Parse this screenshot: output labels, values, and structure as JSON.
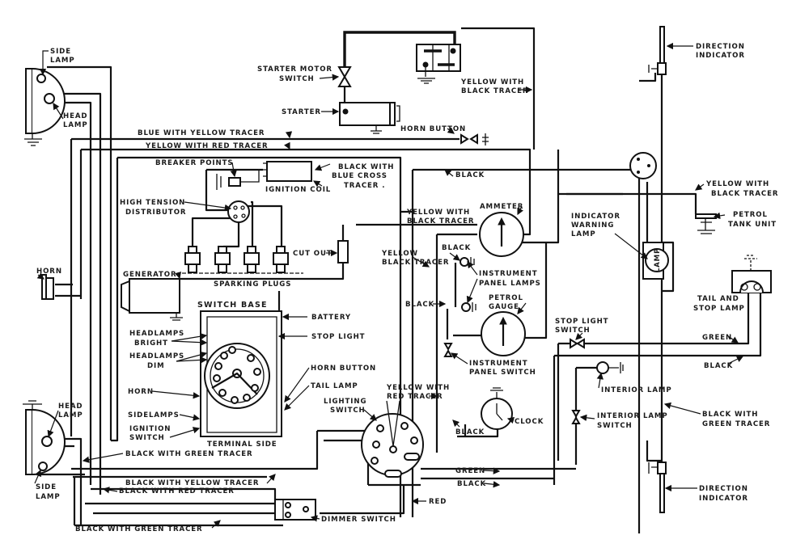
{
  "diagram": {
    "title": "Car wiring diagram",
    "components": {
      "side_lamp_front": [
        "SIDE",
        "LAMP"
      ],
      "head_lamp_front": [
        "HEAD",
        "LAMP"
      ],
      "horn_left": "HORN",
      "head_lamp_lower": [
        "HEAD",
        "LAMP"
      ],
      "side_lamp_lower": [
        "SIDE",
        "LAMP"
      ],
      "starter_motor_switch": [
        "STARTER MOTOR",
        "SWITCH"
      ],
      "starter": "STARTER",
      "horn_button_top": "HORN BUTTON",
      "breaker_points": "BREAKER POINTS",
      "ignition_coil": "IGNITION COIL",
      "high_tension_distributor": [
        "HIGH TENSION",
        "DISTRIBUTOR"
      ],
      "cut_out": "CUT OUT",
      "generator": "GENERATOR",
      "sparking_plugs": "SPARKING PLUGS",
      "switch_base": "SWITCH BASE",
      "terminal_side": "TERMINAL SIDE",
      "battery": "BATTERY",
      "stop_light": "STOP LIGHT",
      "headlamps_bright": [
        "HEADLAMPS",
        "BRIGHT"
      ],
      "headlamps_dim": [
        "HEADLAMPS",
        "DIM"
      ],
      "horn_terminal": "HORN",
      "horn_button_terminal": "HORN BUTTON",
      "tail_lamp_terminal": "TAIL LAMP",
      "sidelamps_terminal": "SIDELAMPS",
      "ignition_switch_terminal": [
        "IGNITION",
        "SWITCH"
      ],
      "ammeter": "AMMETER",
      "instrument_panel_lamps": [
        "INSTRUMENT",
        "PANEL LAMPS"
      ],
      "petrol_gauge": [
        "PETROL",
        "GAUGE"
      ],
      "instrument_panel_switch": [
        "INSTRUMENT",
        "PANEL SWITCH"
      ],
      "lighting_switch": [
        "LIGHTING",
        "SWITCH"
      ],
      "clock": "CLOCK",
      "dimmer_switch": "DIMMER   SWITCH",
      "direction_indicator_top": [
        "DIRECTION",
        "INDICATOR"
      ],
      "direction_indicator_bottom": [
        "DIRECTION",
        "INDICATOR"
      ],
      "indicator_warning_lamp": [
        "INDICATOR",
        "WARNING",
        "LAMP"
      ],
      "petrol_tank_unit": [
        "PETROL",
        "TANK UNIT"
      ],
      "tail_and_stop_lamp": [
        "TAIL  AND",
        "STOP LAMP"
      ],
      "stop_light_switch": [
        "STOP LIGHT",
        "SWITCH"
      ],
      "interior_lamp": "INTERIOR  LAMP",
      "interior_lamp_switch": [
        "INTERIOR  LAMP",
        "SWITCH"
      ],
      "lamp_glyph": "LAMP"
    },
    "wires": {
      "blue_yellow": "BLUE  WITH  YELLOW  TRACER",
      "yellow_red_top": "YELLOW  WITH  RED  TRACER",
      "yellow_black_top": [
        "YELLOW  WITH",
        "BLACK  TRACER"
      ],
      "black_blue_cross": [
        "BLACK  WITH",
        "BLUE  CROSS",
        "TRACER  ."
      ],
      "black_mid": "BLACK",
      "yellow_black_ammeter": [
        "YELLOW  WITH",
        "BLACK  TRACER"
      ],
      "yellow_black_mid": [
        "YELLOW",
        "BLACK  TRACER"
      ],
      "black_panel_lamps": "BLACK",
      "black_left_mid": "BLACK",
      "yellow_black_right": [
        "YELLOW  WITH",
        "BLACK  TRACER"
      ],
      "yellow_red_lower": [
        "YELLOW  WITH",
        "RED  TRACER"
      ],
      "black_clock": "BLACK",
      "green_lower": "GREEN",
      "black_lower": "BLACK",
      "red": "RED",
      "green_right": "GREEN",
      "black_right": "BLACK",
      "black_green_right": [
        "BLACK  WITH",
        "GREEN  TRACER"
      ],
      "black_green_upper": "BLACK  WITH  GREEN  TRACER",
      "black_yellow": "BLACK  WITH  YELLOW  TRACER",
      "black_red": "BLACK  WITH  RED  TRACER",
      "black_green_bottom": "BLACK  WITH  GREEN  TRACER"
    }
  }
}
